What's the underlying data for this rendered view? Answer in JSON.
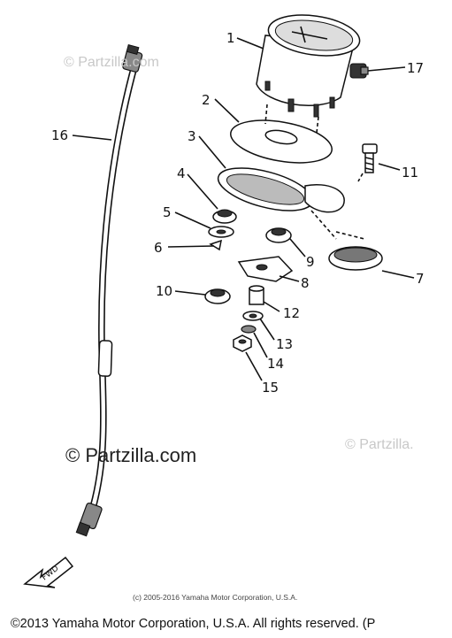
{
  "watermarks": {
    "top_left": "© Partzilla.com",
    "main": "© Partzilla.com",
    "mid_right": "© Partzilla."
  },
  "copyright_small": "(c) 2005-2016 Yamaha Motor Corporation, U.S.A.",
  "footer": "©2013 Yamaha Motor Corporation, U.S.A. All rights reserved. (P",
  "arrow_label": "FWD",
  "callouts": {
    "c1": "1",
    "c2": "2",
    "c3": "3",
    "c4": "4",
    "c5": "5",
    "c6": "6",
    "c7": "7",
    "c8": "8",
    "c9": "9",
    "c10": "10",
    "c11": "11",
    "c12": "12",
    "c13": "13",
    "c14": "14",
    "c15": "15",
    "c16": "16",
    "c17": "17"
  }
}
